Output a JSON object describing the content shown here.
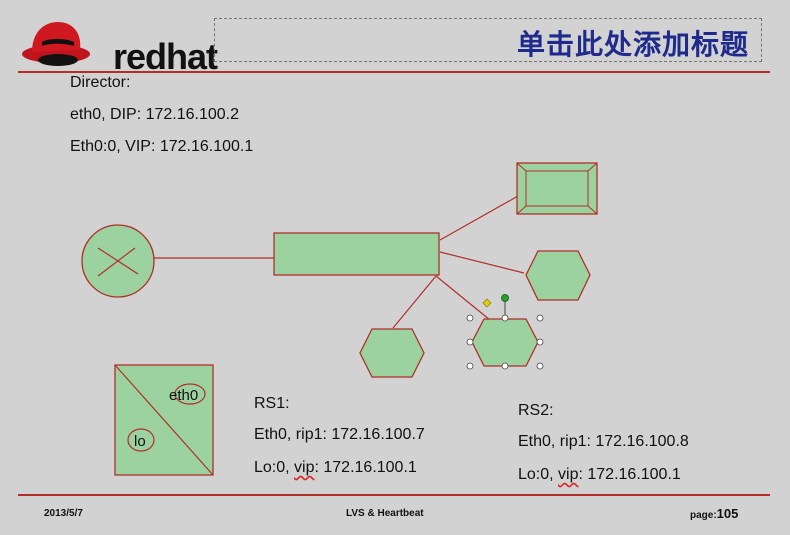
{
  "header": {
    "logo_text": "redhat",
    "title": "单击此处添加标题"
  },
  "director": {
    "heading": "Director:",
    "eth0_prefix": "eth0, DIP: ",
    "eth0_ip": "172.16.100.2",
    "vip_prefix": "Eth0:0, VIP: ",
    "vip_ip": "172.16.100.1"
  },
  "diagram": {
    "eth0_label": "eth0",
    "lo_label": "lo"
  },
  "rs1": {
    "heading": "RS1:",
    "rip_line": "Eth0, rip1: 172.16.100.7",
    "lo_prefix": "Lo:0, ",
    "lo_vip_word": "vip",
    "lo_suffix": ": 172.16.100.1"
  },
  "rs2": {
    "heading": "RS2:",
    "rip_line": "Eth0, rip1: 172.16.100.8",
    "lo_prefix": "Lo:0, ",
    "lo_vip_word": "vip",
    "lo_suffix": ": 172.16.100.1"
  },
  "footer": {
    "date": "2013/5/7",
    "center": "LVS & Heartbeat",
    "page_label": "page:",
    "page_number": "105"
  },
  "colors": {
    "shape_fill": "#9bd2a0",
    "shape_stroke": "#b03028",
    "title_color": "#1e2a8c"
  }
}
